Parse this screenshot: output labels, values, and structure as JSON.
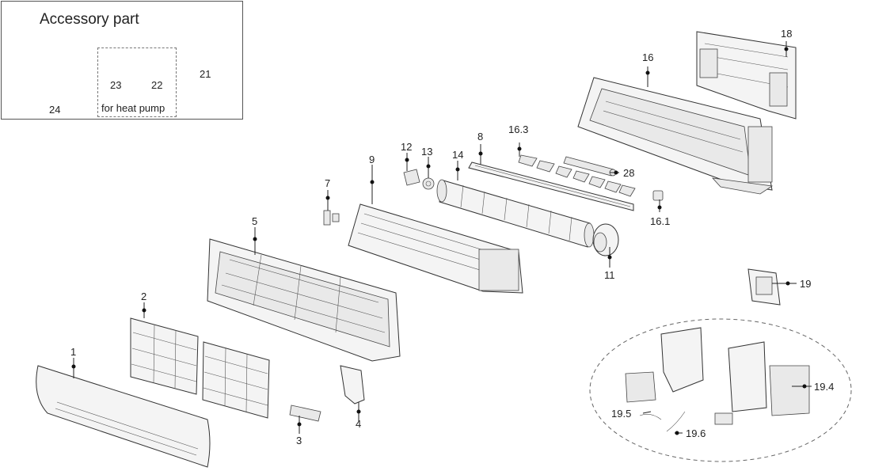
{
  "accessory": {
    "title": "Accessory part",
    "heat_pump_caption": "for heat pump"
  },
  "labels": {
    "p1": "1",
    "p2": "2",
    "p3": "3",
    "p4": "4",
    "p5": "5",
    "p7": "7",
    "p8": "8",
    "p9": "9",
    "p11": "11",
    "p12": "12",
    "p13": "13",
    "p14": "14",
    "p16": "16",
    "p16_1": "16.1",
    "p16_3": "16.3",
    "p18": "18",
    "p19": "19",
    "p19_4": "19.4",
    "p19_5": "19.5",
    "p19_6": "19.6",
    "p21": "21",
    "p22": "22",
    "p23": "23",
    "p24": "24",
    "p28": "28"
  }
}
